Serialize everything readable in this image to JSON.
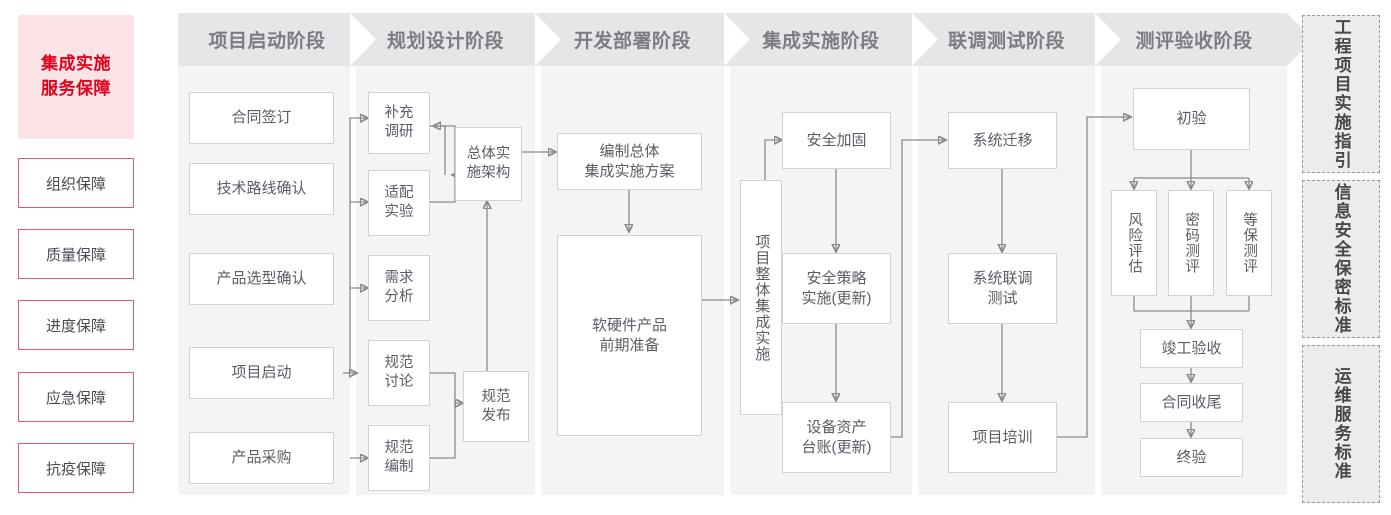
{
  "left_sidebar": {
    "title": "集成实施\n服务保障",
    "title_line1": "集成实施",
    "title_line2": "服务保障",
    "accent_color": "#e2001a",
    "items": [
      {
        "label": "组织保障"
      },
      {
        "label": "质量保障"
      },
      {
        "label": "进度保障"
      },
      {
        "label": "应急保障"
      },
      {
        "label": "抗疫保障"
      }
    ]
  },
  "phases": [
    {
      "header": "项目启动阶段"
    },
    {
      "header": "规划设计阶段"
    },
    {
      "header": "开发部署阶段"
    },
    {
      "header": "集成实施阶段"
    },
    {
      "header": "联调测试阶段"
    },
    {
      "header": "测评验收阶段"
    }
  ],
  "nodes": {
    "p1": [
      {
        "label": "合同签订"
      },
      {
        "label": "技术路线确认"
      },
      {
        "label": "产品选型确认"
      },
      {
        "label": "项目启动"
      },
      {
        "label": "产品采购"
      }
    ],
    "p2": [
      {
        "label": "补充\n调研",
        "l1": "补充",
        "l2": "调研"
      },
      {
        "label": "适配\n实验",
        "l1": "适配",
        "l2": "实验"
      },
      {
        "label": "需求\n分析",
        "l1": "需求",
        "l2": "分析"
      },
      {
        "label": "规范\n讨论",
        "l1": "规范",
        "l2": "讨论"
      },
      {
        "label": "规范\n编制",
        "l1": "规范",
        "l2": "编制"
      }
    ],
    "p2_arch": {
      "l1": "总体实",
      "l2": "施架构"
    },
    "p2_pub": {
      "l1": "规范",
      "l2": "发布"
    },
    "p3": [
      {
        "l1": "编制总体",
        "l2": "集成实施方案"
      },
      {
        "l1": "软硬件产品",
        "l2": "前期准备"
      }
    ],
    "p4_vertical": {
      "label": "项目整体集成实施"
    },
    "p4": [
      {
        "l1": "安全加固",
        "l2": ""
      },
      {
        "l1": "安全策略",
        "l2": "实施(更新)"
      },
      {
        "l1": "设备资产",
        "l2": "台账(更新)"
      }
    ],
    "p5": [
      {
        "l1": "系统迁移",
        "l2": ""
      },
      {
        "l1": "系统联调",
        "l2": "测试"
      },
      {
        "l1": "项目培训",
        "l2": ""
      }
    ],
    "p6_first": {
      "label": "初验"
    },
    "p6_assess": [
      {
        "label": "风险评估"
      },
      {
        "label": "密码测评"
      },
      {
        "label": "等保测评"
      }
    ],
    "p6_tail": [
      {
        "label": "竣工验收"
      },
      {
        "label": "合同收尾"
      },
      {
        "label": "终验"
      }
    ]
  },
  "right_sidebar": {
    "items": [
      {
        "label": "工程项目实施指引"
      },
      {
        "label": "信息安全保密标准"
      },
      {
        "label": "运维服务标准"
      }
    ]
  }
}
